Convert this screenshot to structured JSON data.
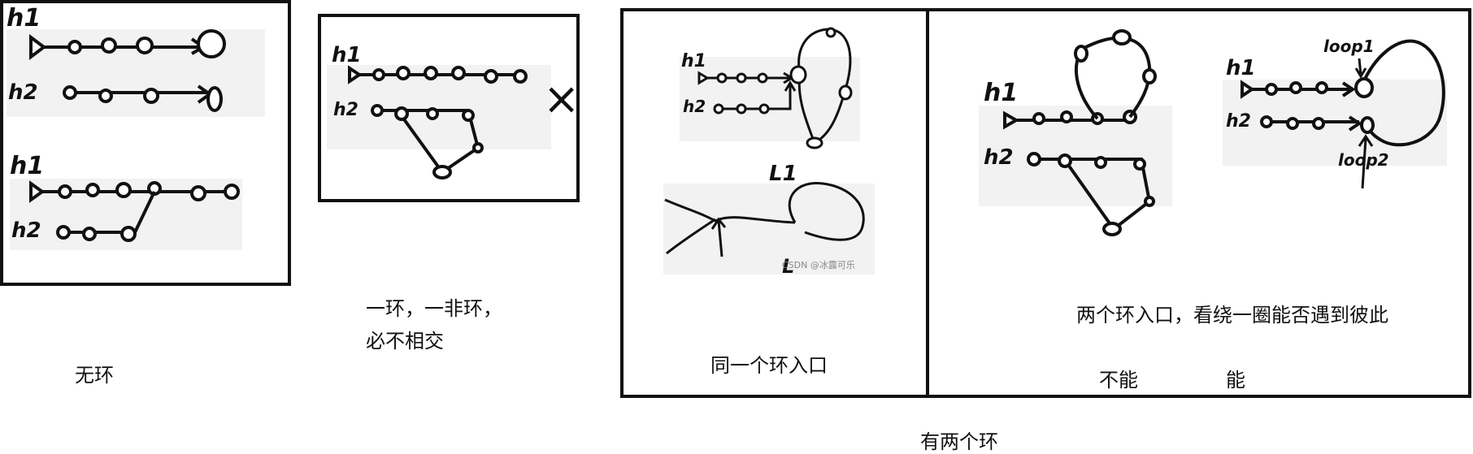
{
  "labels": {
    "h1": "h1",
    "h2": "h2",
    "l1": "L1",
    "l2": "L",
    "loop1": "loop1",
    "loop2": "loop2",
    "cross": "×"
  },
  "captions": {
    "no_loop": "无环",
    "one_loop_one_not_line1": "一环，一非环，",
    "one_loop_one_not_line2": "必不相交",
    "same_entry": "同一个环入口",
    "two_entries": "两个环入口，看绕一圈能否遇到彼此",
    "cannot": "不能",
    "can": "能",
    "both_loops": "有两个环"
  },
  "watermark": "CSDN @冰露可乐",
  "colors": {
    "ink": "#111111",
    "panel": "#f2f2f2"
  }
}
